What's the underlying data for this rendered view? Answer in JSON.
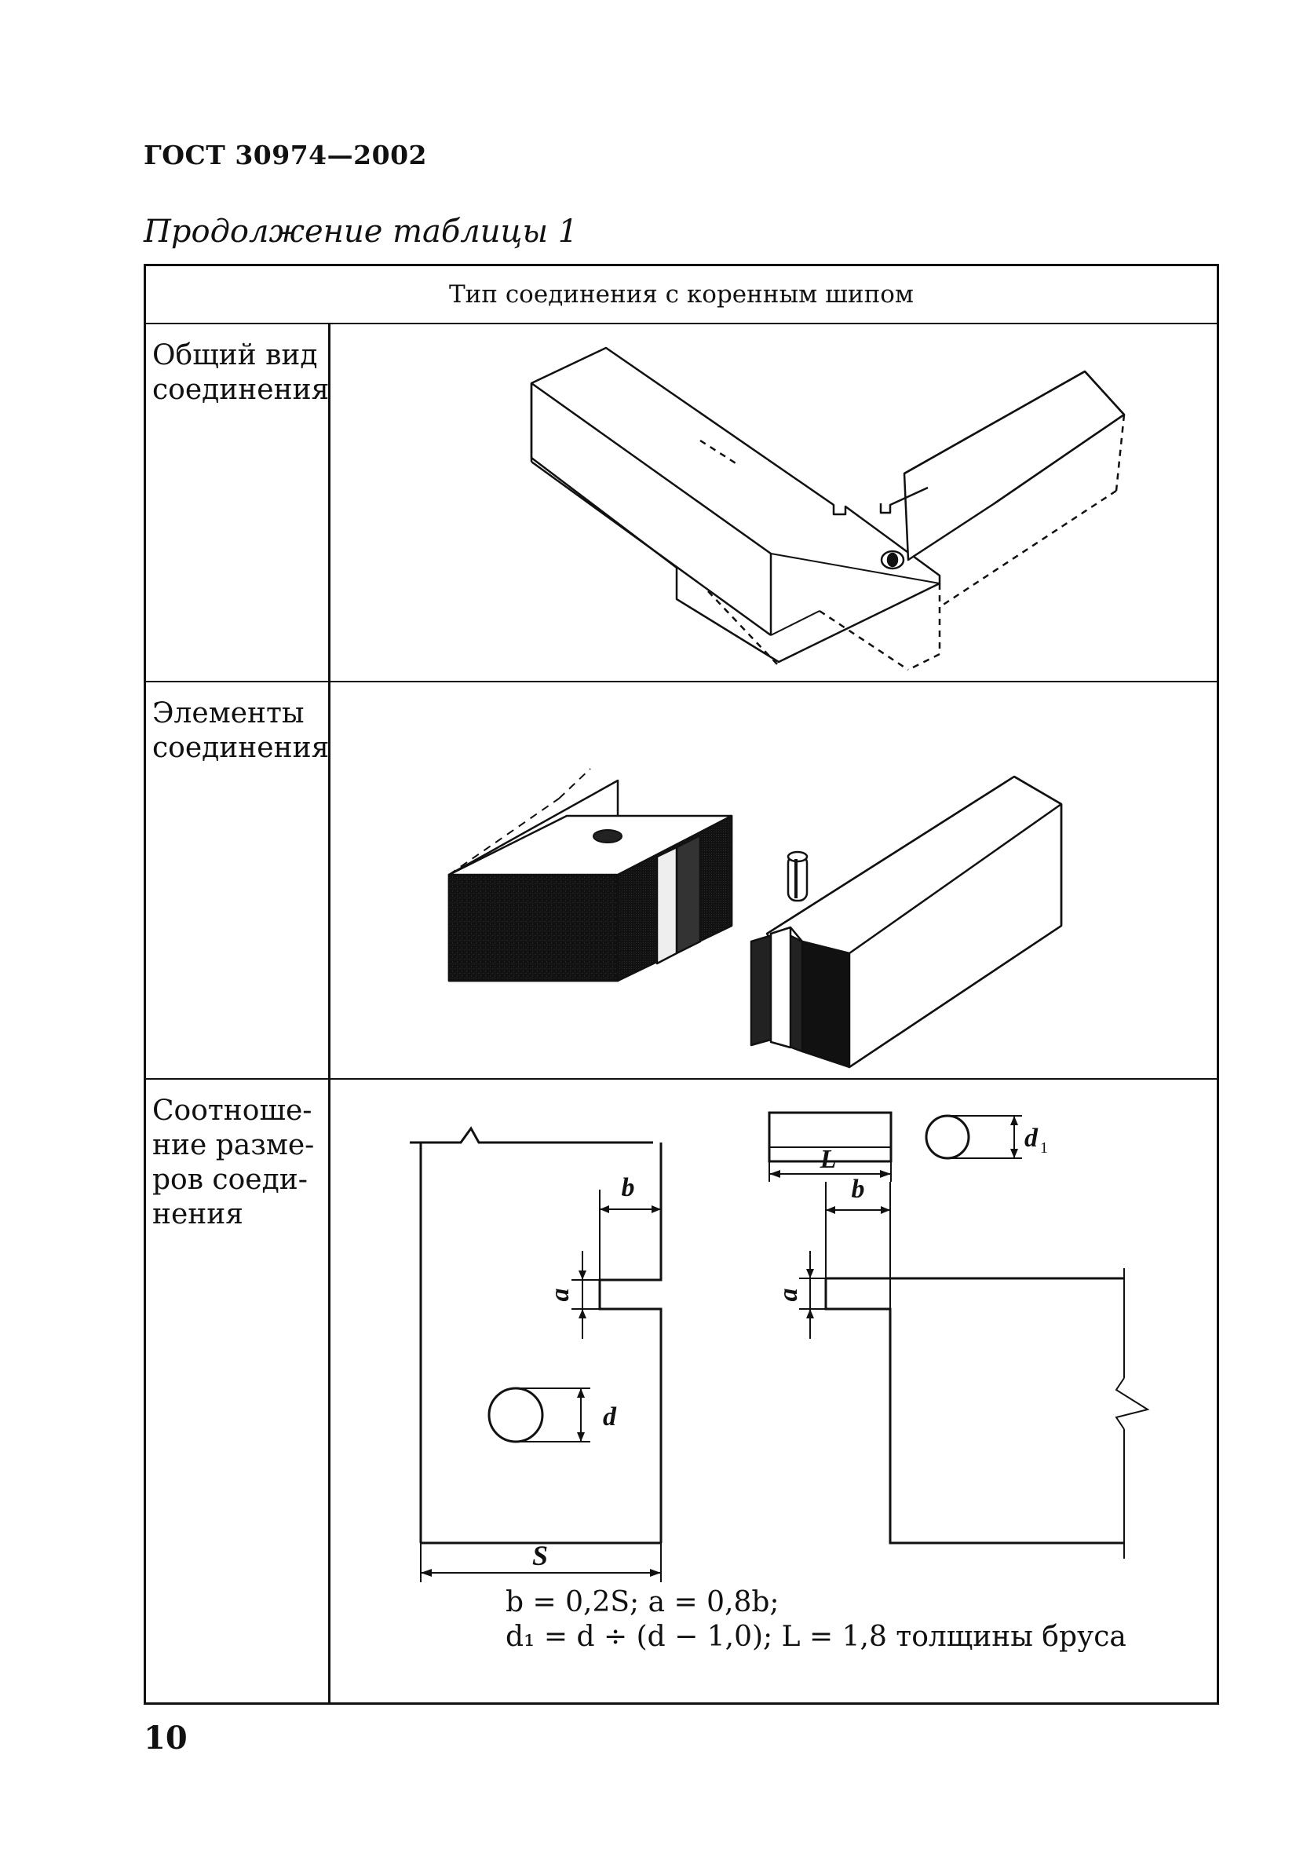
{
  "header": {
    "standard": "ГОСТ 30974—2002"
  },
  "caption": "Продолжение таблицы 1",
  "table": {
    "title": "Тип соединения с коренным шипом",
    "rows": [
      {
        "label": "Общий вид\nсоединения"
      },
      {
        "label": "Элементы\nсоединения"
      },
      {
        "label": "Соотноше-\nние разме-\nров соеди-\nнения"
      }
    ],
    "dimensions": {
      "b": "b",
      "a": "a",
      "d": "d",
      "d1": "d",
      "d1_sub": "1",
      "S": "S",
      "L": "L"
    },
    "formula": {
      "line1": "b = 0,2S; a = 0,8b;",
      "line2": "d₁ = d ÷ (d − 1,0); L = 1,8 толщины бруса"
    }
  },
  "footer": {
    "page_number": "10"
  }
}
